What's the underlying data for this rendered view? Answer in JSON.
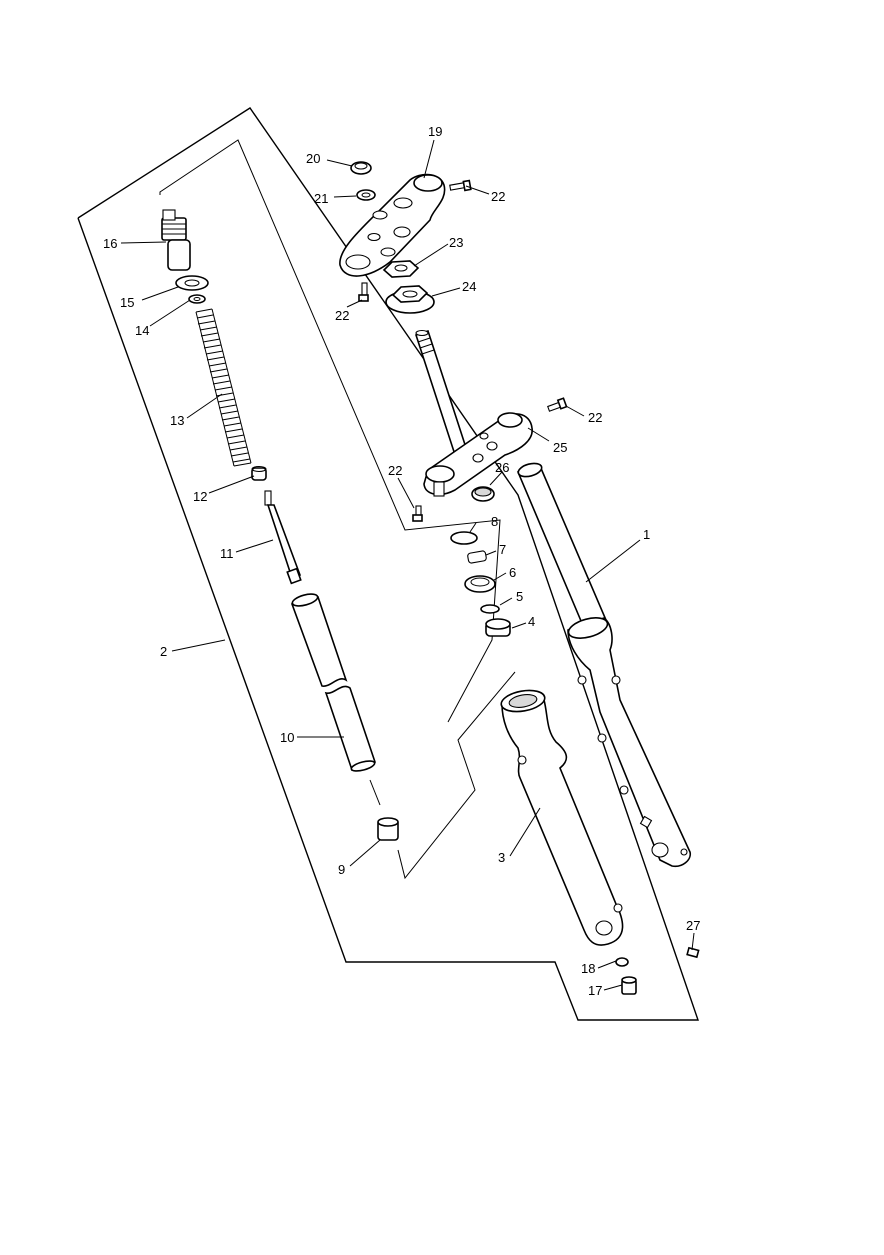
{
  "diagram": {
    "labels": {
      "p1": "1",
      "p2": "2",
      "p3": "3",
      "p4": "4",
      "p5": "5",
      "p6": "6",
      "p7": "7",
      "p8": "8",
      "p9": "9",
      "p10": "10",
      "p11": "11",
      "p12": "12",
      "p13": "13",
      "p14": "14",
      "p15": "15",
      "p16": "16",
      "p17": "17",
      "p18": "18",
      "p19": "19",
      "p20": "20",
      "p21": "21",
      "p22a": "22",
      "p22b": "22",
      "p22c": "22",
      "p22d": "22",
      "p23": "23",
      "p24": "24",
      "p25": "25",
      "p26": "26",
      "p27": "27"
    },
    "colors": {
      "line": "#000000",
      "background": "#ffffff",
      "shade": "#d9d9d9"
    }
  }
}
